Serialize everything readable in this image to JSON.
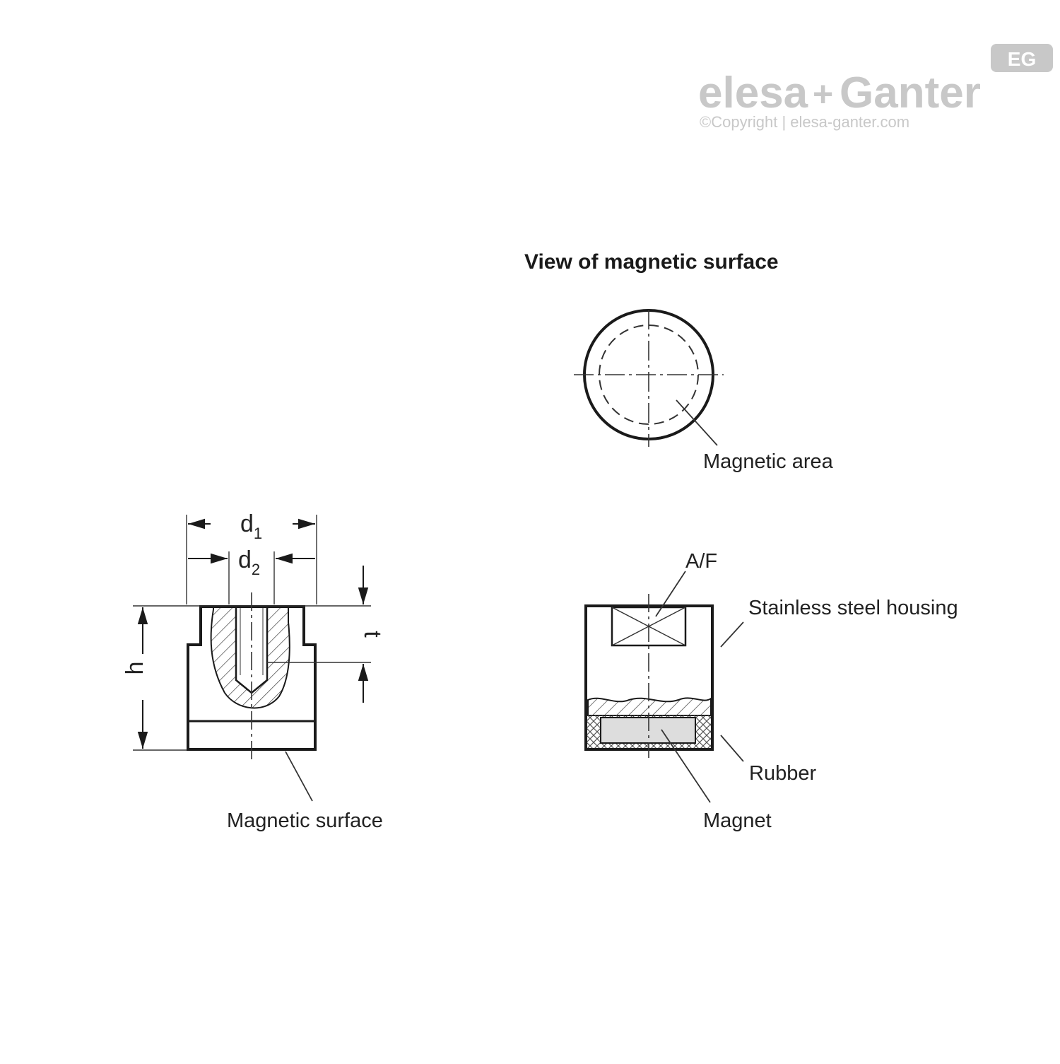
{
  "logo": {
    "brand_left": "elesa",
    "brand_plus": "+",
    "brand_right": "Ganter",
    "copyright": "©Copyright | elesa-ganter.com",
    "badge": "EG"
  },
  "top_view": {
    "title": "View of magnetic surface",
    "callout": "Magnetic area"
  },
  "left_view": {
    "dim_d1": "d",
    "dim_d1_sub": "1",
    "dim_d2": "d",
    "dim_d2_sub": "2",
    "dim_h": "h",
    "dim_t": "t",
    "callout": "Magnetic surface"
  },
  "section_view": {
    "af": "A/F",
    "housing": "Stainless steel housing",
    "rubber": "Rubber",
    "magnet": "Magnet"
  },
  "colors": {
    "line": "#1a1a1a",
    "thin": "#333333",
    "hatch": "#555555",
    "magnet_fill": "#dddddd",
    "logo_grey": "#c8c8c8"
  }
}
